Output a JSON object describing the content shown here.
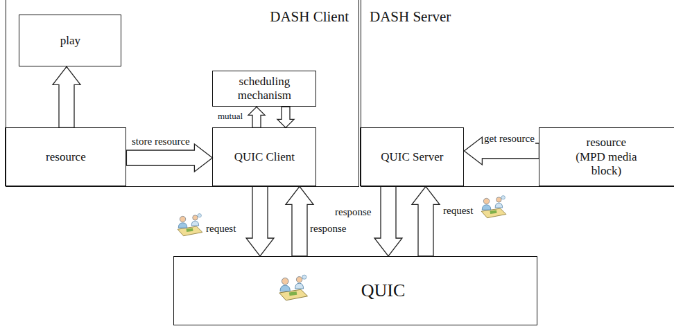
{
  "diagram": {
    "nodes": [
      {
        "text": [
          "DASH Client"
        ]
      },
      {
        "text": [
          "play"
        ],
        "in": 0
      },
      {
        "text": [
          "scheduling mechanism"
        ],
        "in": 0
      },
      {
        "text": [
          "resource"
        ],
        "in": 0
      },
      {
        "text": [
          "QUIC Client"
        ],
        "in": 0
      },
      {
        "text": [
          "DASH Server"
        ]
      },
      {
        "text": [
          "QUIC Server"
        ],
        "in": 5
      },
      {
        "text": [
          "resource (MPD media block)"
        ],
        "in": 5
      },
      {
        "text": [
          "QUIC"
        ]
      }
    ],
    "edges": [
      {
        "from": 3,
        "to": 1,
        "arrow": "to"
      },
      {
        "from": 3,
        "to": 4,
        "label": "store resource",
        "arrow": "to"
      },
      {
        "from": 4,
        "to": 2,
        "label": "mutual",
        "arrow": "to"
      },
      {
        "from": 2,
        "to": 4,
        "arrow": "to"
      },
      {
        "from": 4,
        "to": 8,
        "label": "request",
        "arrow": "to"
      },
      {
        "from": 8,
        "to": 4,
        "label": "response",
        "arrow": "to"
      },
      {
        "from": 6,
        "to": 8,
        "label": "response",
        "arrow": "to"
      },
      {
        "from": 8,
        "to": 6,
        "label": "request",
        "arrow": "to"
      },
      {
        "from": 7,
        "to": 6,
        "label": "get resource",
        "arrow": "to"
      }
    ]
  }
}
